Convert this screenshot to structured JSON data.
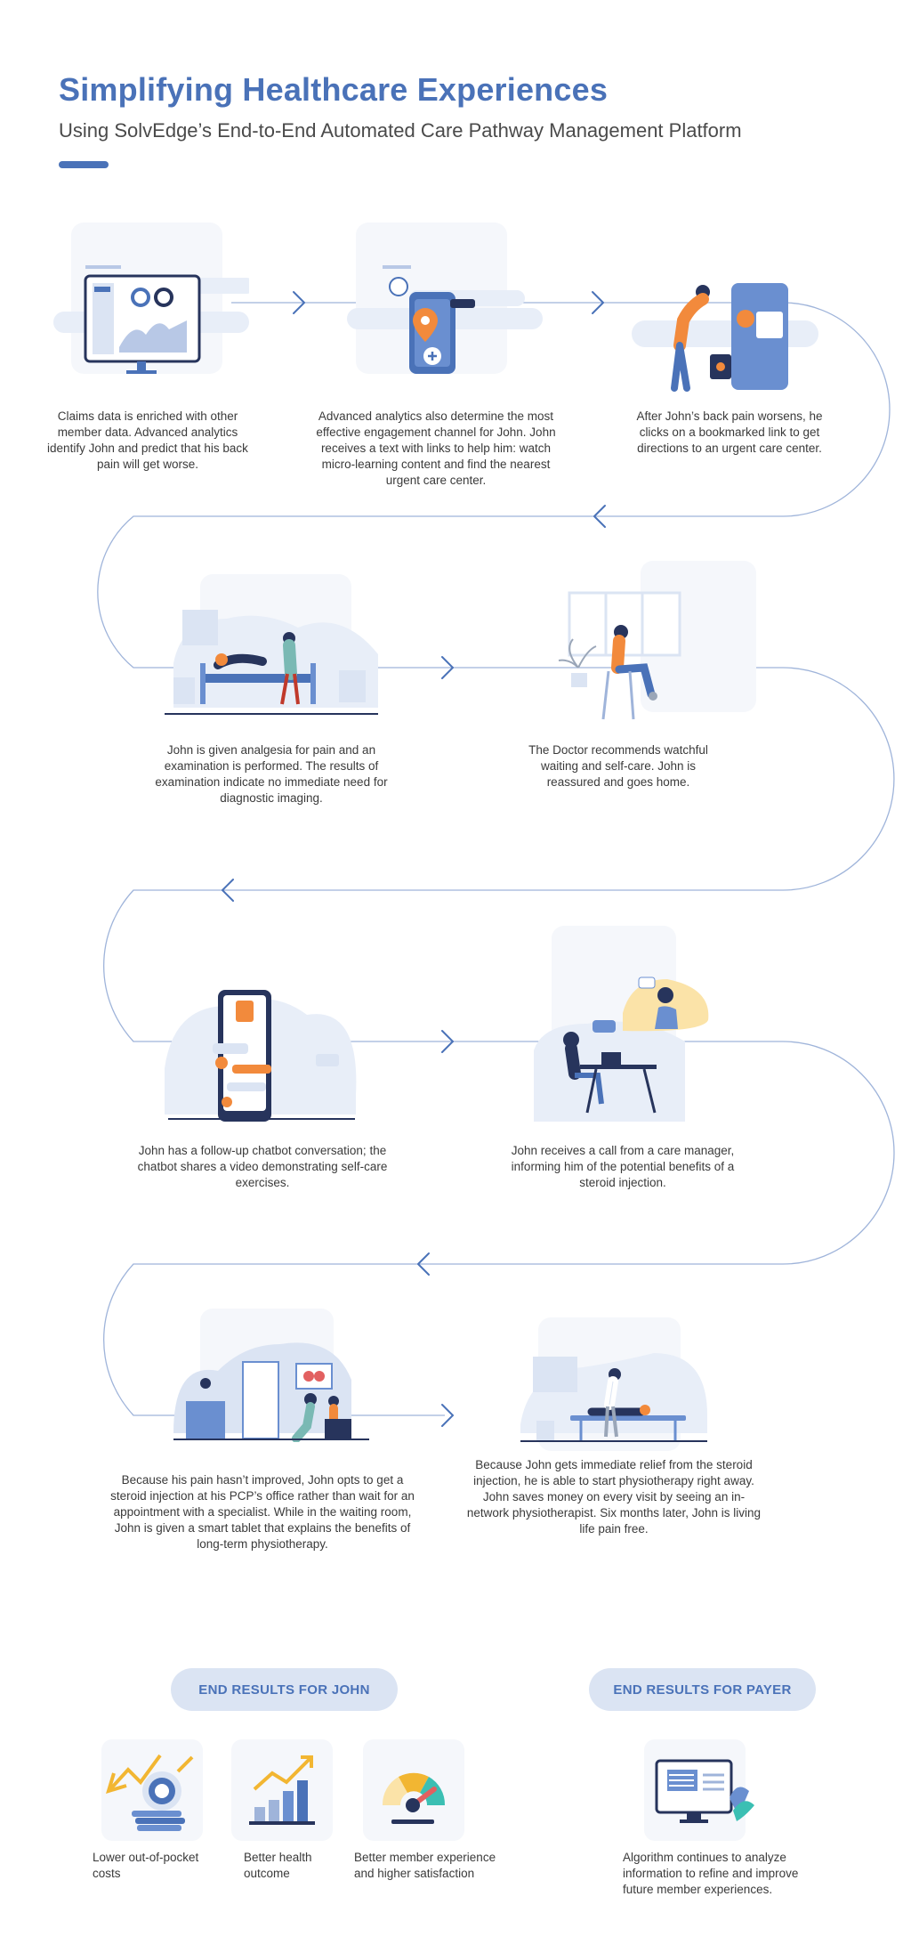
{
  "header": {
    "title": "Simplifying Healthcare Experiences",
    "subtitle": "Using SolvEdge’s End-to-End Automated Care Pathway Management Platform"
  },
  "colors": {
    "accent": "#4a72b8",
    "path_line": "#9fb4da",
    "orange": "#f28a3c",
    "navy": "#27345c",
    "pale_blue": "#e8eef8"
  },
  "steps": [
    {
      "text": "Claims data is enriched with other member data. Advanced analytics identify John and predict that his back pain will get worse.",
      "icon": "analytics-monitor-icon"
    },
    {
      "text": "Advanced analytics also determine the most effective engagement channel for John. John receives a text with links to help him: watch micro-learning content and find the nearest urgent care center.",
      "icon": "phone-location-icon"
    },
    {
      "text": "After John’s back pain worsens, he clicks on a bookmarked link to get directions to an urgent care center.",
      "icon": "back-pain-person-icon"
    },
    {
      "text": "John is given analgesia for pain and an examination is performed. The results of examination indicate no immediate need for diagnostic imaging.",
      "icon": "hospital-bed-icon"
    },
    {
      "text": "The Doctor recommends watchful waiting and self-care. John is reassured and goes home.",
      "icon": "resting-at-home-icon"
    },
    {
      "text": "John has a follow-up chatbot conversation; the chatbot shares a video demonstrating self-care exercises.",
      "icon": "chatbot-phone-icon"
    },
    {
      "text": "John receives a call from a care manager, informing him of the potential benefits of a steroid injection.",
      "icon": "care-manager-call-icon"
    },
    {
      "text": "Because his pain hasn’t improved, John opts to get a steroid injection at his PCP’s office rather than wait for an appointment with a specialist. While in the waiting room, John is given a smart tablet that explains the benefits of long-term physiotherapy.",
      "icon": "waiting-room-icon"
    },
    {
      "text": "Because John gets immediate relief from the steroid injection, he is able to start physiotherapy right away. John saves money on every visit by seeing an in-network physiotherapist. Six months later, John is living life pain free.",
      "icon": "physiotherapy-icon"
    }
  ],
  "results": {
    "john": {
      "heading": "END RESULTS FOR JOHN",
      "items": [
        {
          "text": "Lower out-of-pocket costs",
          "icon": "lower-costs-icon"
        },
        {
          "text": "Better health outcome",
          "icon": "growth-chart-icon"
        },
        {
          "text": "Better member experience and higher satisfaction",
          "icon": "satisfaction-gauge-icon"
        }
      ]
    },
    "payer": {
      "heading": "END RESULTS FOR PAYER",
      "items": [
        {
          "text": "Algorithm continues to analyze information to refine and improve future member experiences.",
          "icon": "algorithm-monitor-icon"
        }
      ]
    }
  }
}
